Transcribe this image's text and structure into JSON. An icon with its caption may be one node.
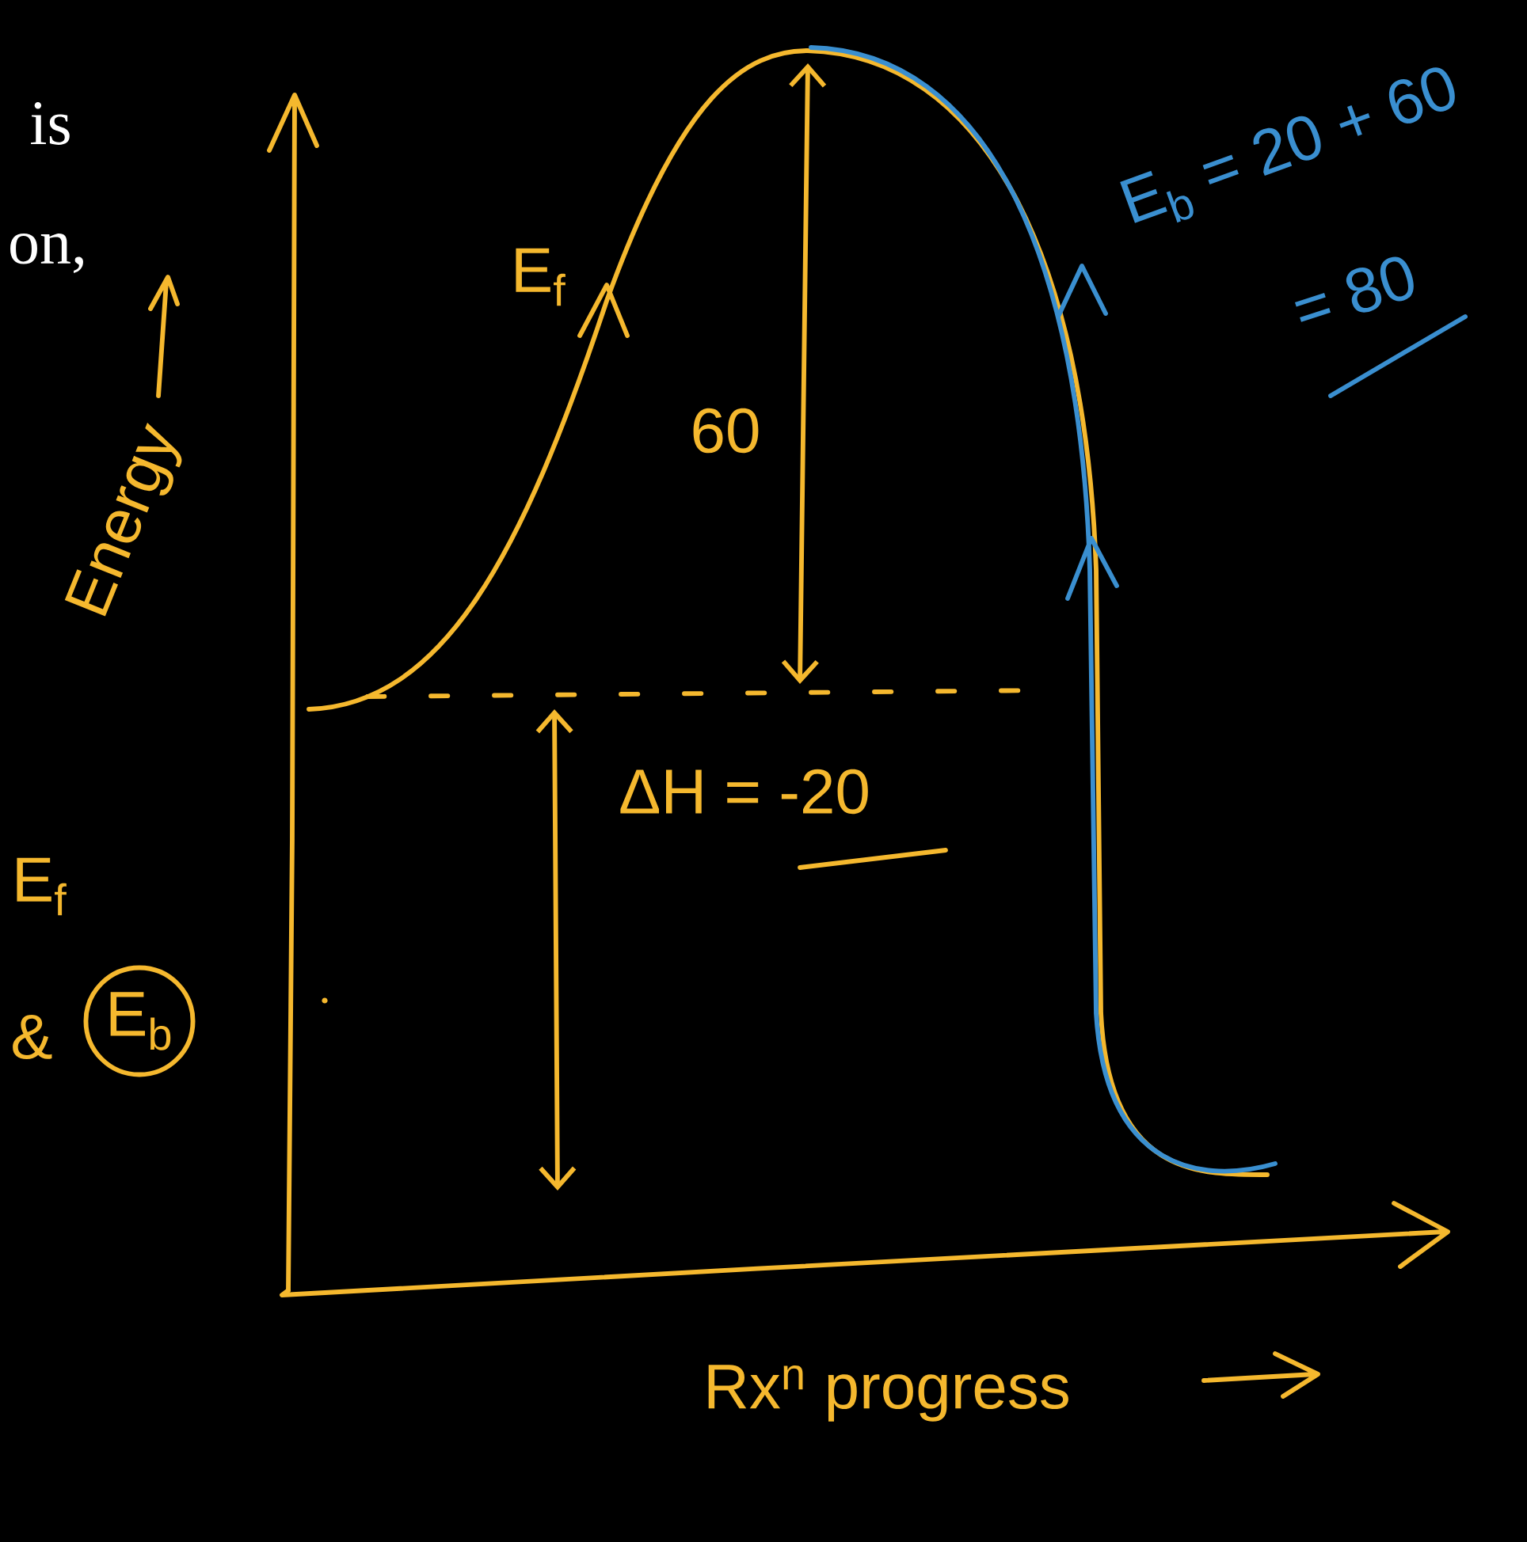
{
  "diagram": {
    "nodes": [
      {
        "text": [
          "E$_{b}$"
        ]
      }
    ],
    "labels": [
      "is",
      "on,",
      "Energy",
      "E$_{f}$",
      "60",
      "E$_{b}$ = 20 + 60",
      "= 80",
      "ΔH = -20",
      "E$_{f}$",
      "&",
      "Rx$^{n}$ progress"
    ]
  }
}
